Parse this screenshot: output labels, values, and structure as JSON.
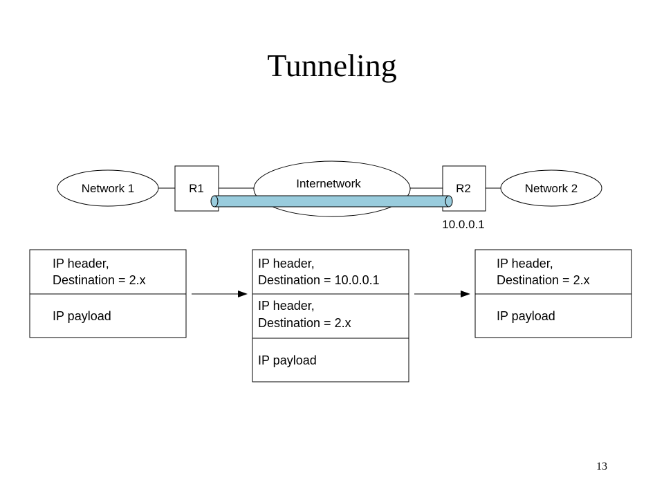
{
  "slide": {
    "title": "Tunneling",
    "page_number": "13"
  },
  "topology": {
    "network1": "Network 1",
    "router1": "R1",
    "internetwork": "Internetwork",
    "router2": "R2",
    "network2": "Network 2",
    "r2_address": "10.0.0.1",
    "tunnel_color": "#99ccdd"
  },
  "packets": {
    "left": {
      "header_line1": "IP header,",
      "header_line2": "Destination = 2.x",
      "payload": "IP payload"
    },
    "middle": {
      "outer_header_line1": "IP header,",
      "outer_header_line2": "Destination = 10.0.0.1",
      "inner_header_line1": "IP header,",
      "inner_header_line2": "Destination = 2.x",
      "payload": "IP payload"
    },
    "right": {
      "header_line1": "IP header,",
      "header_line2": "Destination = 2.x",
      "payload": "IP payload"
    }
  }
}
